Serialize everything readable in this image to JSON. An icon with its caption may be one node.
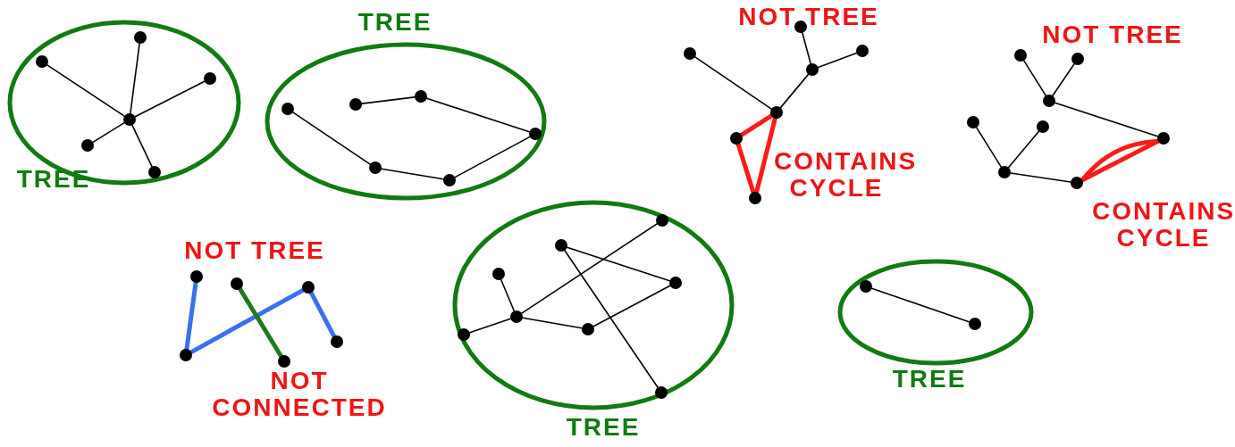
{
  "diagram": {
    "nodes": [
      {
        "text": [
          "TREE"
        ]
      },
      {
        "text": [],
        "shape": "circle",
        "in": 0
      },
      {
        "text": [],
        "shape": "circle",
        "in": 0
      },
      {
        "text": [],
        "shape": "circle",
        "in": 0
      },
      {
        "text": [],
        "shape": "circle",
        "in": 0
      },
      {
        "text": [],
        "shape": "circle",
        "in": 0
      },
      {
        "text": [],
        "shape": "circle",
        "in": 0
      },
      {
        "text": [
          "TREE"
        ]
      },
      {
        "text": [],
        "shape": "circle",
        "in": 7
      },
      {
        "text": [],
        "shape": "circle",
        "in": 7
      },
      {
        "text": [],
        "shape": "circle",
        "in": 7
      },
      {
        "text": [],
        "shape": "circle",
        "in": 7
      },
      {
        "text": [],
        "shape": "circle",
        "in": 7
      },
      {
        "text": [],
        "shape": "circle",
        "in": 7
      },
      {
        "text": [],
        "shape": "circle"
      },
      {
        "text": [],
        "shape": "circle"
      },
      {
        "text": [],
        "shape": "circle"
      },
      {
        "text": [],
        "shape": "circle"
      },
      {
        "text": [],
        "shape": "circle"
      },
      {
        "text": [],
        "shape": "circle"
      },
      {
        "text": [],
        "shape": "circle"
      },
      {
        "text": [],
        "shape": "circle"
      },
      {
        "text": [],
        "shape": "circle"
      },
      {
        "text": [],
        "shape": "circle"
      },
      {
        "text": [],
        "shape": "circle"
      },
      {
        "text": [],
        "shape": "circle"
      },
      {
        "text": [],
        "shape": "circle"
      },
      {
        "text": [],
        "shape": "circle"
      },
      {
        "text": [],
        "shape": "circle"
      },
      {
        "text": [],
        "shape": "circle"
      },
      {
        "text": [],
        "shape": "circle"
      },
      {
        "text": [],
        "shape": "circle"
      },
      {
        "text": [],
        "shape": "circle"
      },
      {
        "text": [],
        "shape": "circle"
      },
      {
        "text": [],
        "shape": "circle"
      },
      {
        "text": [
          "TREE"
        ]
      },
      {
        "text": [],
        "shape": "circle",
        "in": 35
      },
      {
        "text": [],
        "shape": "circle",
        "in": 35
      },
      {
        "text": [],
        "shape": "circle",
        "in": 35
      },
      {
        "text": [],
        "shape": "circle",
        "in": 35
      },
      {
        "text": [],
        "shape": "circle",
        "in": 35
      },
      {
        "text": [],
        "shape": "circle",
        "in": 35
      },
      {
        "text": [],
        "shape": "circle",
        "in": 35
      },
      {
        "text": [],
        "shape": "circle",
        "in": 35
      },
      {
        "text": [
          "TREE"
        ]
      },
      {
        "text": [],
        "shape": "circle",
        "in": 44
      },
      {
        "text": [],
        "shape": "circle",
        "in": 44
      }
    ],
    "edges": [
      {
        "from": 4,
        "to": 1,
        "arrow": "none"
      },
      {
        "from": 4,
        "to": 2,
        "arrow": "none"
      },
      {
        "from": 4,
        "to": 3,
        "arrow": "none"
      },
      {
        "from": 4,
        "to": 5,
        "arrow": "none"
      },
      {
        "from": 4,
        "to": 6,
        "arrow": "none"
      },
      {
        "from": 9,
        "to": 10,
        "arrow": "none"
      },
      {
        "from": 10,
        "to": 11,
        "arrow": "none"
      },
      {
        "from": 11,
        "to": 13,
        "arrow": "none"
      },
      {
        "from": 13,
        "to": 12,
        "arrow": "none"
      },
      {
        "from": 12,
        "to": 8,
        "arrow": "none"
      },
      {
        "from": 14,
        "to": 18,
        "arrow": "none"
      },
      {
        "from": 15,
        "to": 17,
        "arrow": "none"
      },
      {
        "from": 16,
        "to": 17,
        "arrow": "none"
      },
      {
        "from": 17,
        "to": 18,
        "arrow": "none"
      },
      {
        "from": 18,
        "to": 19,
        "arrow": "none",
        "style": "thick",
        "color": "#ff1a1a"
      },
      {
        "from": 19,
        "to": 20,
        "arrow": "none",
        "style": "thick",
        "color": "#ff1a1a"
      },
      {
        "from": 18,
        "to": 20,
        "arrow": "none",
        "style": "thick",
        "color": "#ff1a1a"
      },
      {
        "from": 21,
        "to": 23,
        "arrow": "none"
      },
      {
        "from": 22,
        "to": 23,
        "arrow": "none"
      },
      {
        "from": 23,
        "to": 28,
        "arrow": "none"
      },
      {
        "from": 24,
        "to": 26,
        "arrow": "none"
      },
      {
        "from": 25,
        "to": 26,
        "arrow": "none"
      },
      {
        "from": 26,
        "to": 27,
        "arrow": "none"
      },
      {
        "from": 27,
        "to": 28,
        "arrow": "none",
        "style": "thick",
        "color": "#ff1a1a"
      },
      {
        "from": 27,
        "to": 28,
        "arrow": "none",
        "style": "thick",
        "color": "#ff1a1a"
      },
      {
        "from": 29,
        "to": 32,
        "arrow": "none",
        "style": "thick",
        "color": "#3a6ff0"
      },
      {
        "from": 32,
        "to": 31,
        "arrow": "none",
        "style": "thick",
        "color": "#3a6ff0"
      },
      {
        "from": 31,
        "to": 34,
        "arrow": "none",
        "style": "thick",
        "color": "#3a6ff0"
      },
      {
        "from": 30,
        "to": 33,
        "arrow": "none",
        "style": "thick",
        "color": "#1f7a1f"
      },
      {
        "from": 36,
        "to": 40,
        "arrow": "none"
      },
      {
        "from": 41,
        "to": 40,
        "arrow": "none"
      },
      {
        "from": 40,
        "to": 38,
        "arrow": "none"
      },
      {
        "from": 40,
        "to": 42,
        "arrow": "none"
      },
      {
        "from": 42,
        "to": 39,
        "arrow": "none"
      },
      {
        "from": 37,
        "to": 39,
        "arrow": "none"
      },
      {
        "from": 37,
        "to": 43,
        "arrow": "none"
      },
      {
        "from": 45,
        "to": 46,
        "arrow": "none"
      }
    ],
    "labels": [
      "NOT TREE",
      "NOT TREE",
      "CONTAINS CYCLE",
      "CONTAINS CYCLE",
      "NOT TREE",
      "NOT CONNECTED"
    ]
  }
}
